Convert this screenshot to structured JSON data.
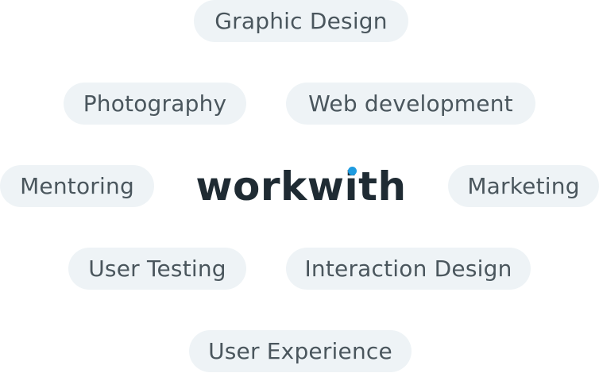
{
  "brand": {
    "logo_text": "workwith",
    "dot_color": "#1e9be0",
    "text_color": "#1f2b33"
  },
  "tags": {
    "graphic_design": "Graphic Design",
    "photography": "Photography",
    "web_development": "Web development",
    "mentoring": "Mentoring",
    "marketing": "Marketing",
    "user_testing": "User Testing",
    "interaction_design": "Interaction Design",
    "user_experience": "User Experience"
  },
  "colors": {
    "pill_background": "#eef3f6",
    "pill_text": "#4a565d"
  }
}
